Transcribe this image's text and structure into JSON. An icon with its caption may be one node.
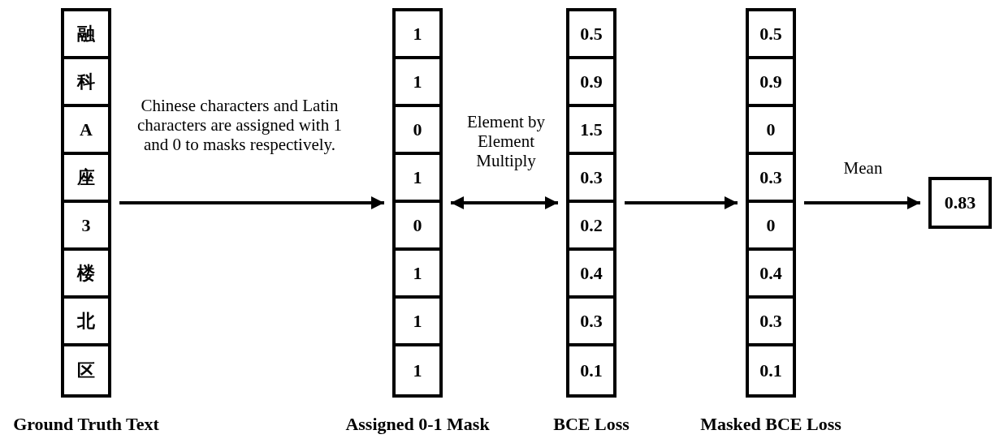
{
  "diagram": {
    "nodes": [
      {
        "text": [
          "Ground Truth Text"
        ]
      },
      {
        "text": [
          "融"
        ],
        "in": 0
      },
      {
        "text": [
          "科"
        ],
        "in": 0
      },
      {
        "text": [
          "A"
        ],
        "in": 0
      },
      {
        "text": [
          "座"
        ],
        "in": 0
      },
      {
        "text": [
          "3"
        ],
        "in": 0
      },
      {
        "text": [
          "楼"
        ],
        "in": 0
      },
      {
        "text": [
          "北"
        ],
        "in": 0
      },
      {
        "text": [
          "区"
        ],
        "in": 0
      },
      {
        "text": [
          "Assigned 0-1 Mask"
        ]
      },
      {
        "text": [
          "1"
        ],
        "in": 9
      },
      {
        "text": [
          "1"
        ],
        "in": 9
      },
      {
        "text": [
          "0"
        ],
        "in": 9
      },
      {
        "text": [
          "1"
        ],
        "in": 9
      },
      {
        "text": [
          "0"
        ],
        "in": 9
      },
      {
        "text": [
          "1"
        ],
        "in": 9
      },
      {
        "text": [
          "1"
        ],
        "in": 9
      },
      {
        "text": [
          "1"
        ],
        "in": 9
      },
      {
        "text": [
          "BCE Loss"
        ]
      },
      {
        "text": [
          "0.5"
        ],
        "in": 18
      },
      {
        "text": [
          "0.9"
        ],
        "in": 18
      },
      {
        "text": [
          "1.5"
        ],
        "in": 18
      },
      {
        "text": [
          "0.3"
        ],
        "in": 18
      },
      {
        "text": [
          "0.2"
        ],
        "in": 18
      },
      {
        "text": [
          "0.4"
        ],
        "in": 18
      },
      {
        "text": [
          "0.3"
        ],
        "in": 18
      },
      {
        "text": [
          "0.1"
        ],
        "in": 18
      },
      {
        "text": [
          "Masked BCE Loss"
        ]
      },
      {
        "text": [
          "0.5"
        ],
        "in": 27
      },
      {
        "text": [
          "0.9"
        ],
        "in": 27
      },
      {
        "text": [
          "0"
        ],
        "in": 27
      },
      {
        "text": [
          "0.3"
        ],
        "in": 27
      },
      {
        "text": [
          "0"
        ],
        "in": 27
      },
      {
        "text": [
          "0.4"
        ],
        "in": 27
      },
      {
        "text": [
          "0.3"
        ],
        "in": 27
      },
      {
        "text": [
          "0.1"
        ],
        "in": 27
      },
      {
        "text": [
          "0.83"
        ]
      }
    ],
    "edges": [
      {
        "from": 0,
        "to": 9,
        "arrow": "to",
        "label": "Chinese characters and Latin characters are assigned with 1 and 0 to masks respectively."
      },
      {
        "from": 9,
        "to": 18,
        "arrow": "both",
        "label": "Element by Element Multiply"
      },
      {
        "from": 18,
        "to": 27,
        "arrow": "to"
      },
      {
        "from": 27,
        "to": 36,
        "arrow": "to",
        "label": "Mean"
      }
    ]
  }
}
